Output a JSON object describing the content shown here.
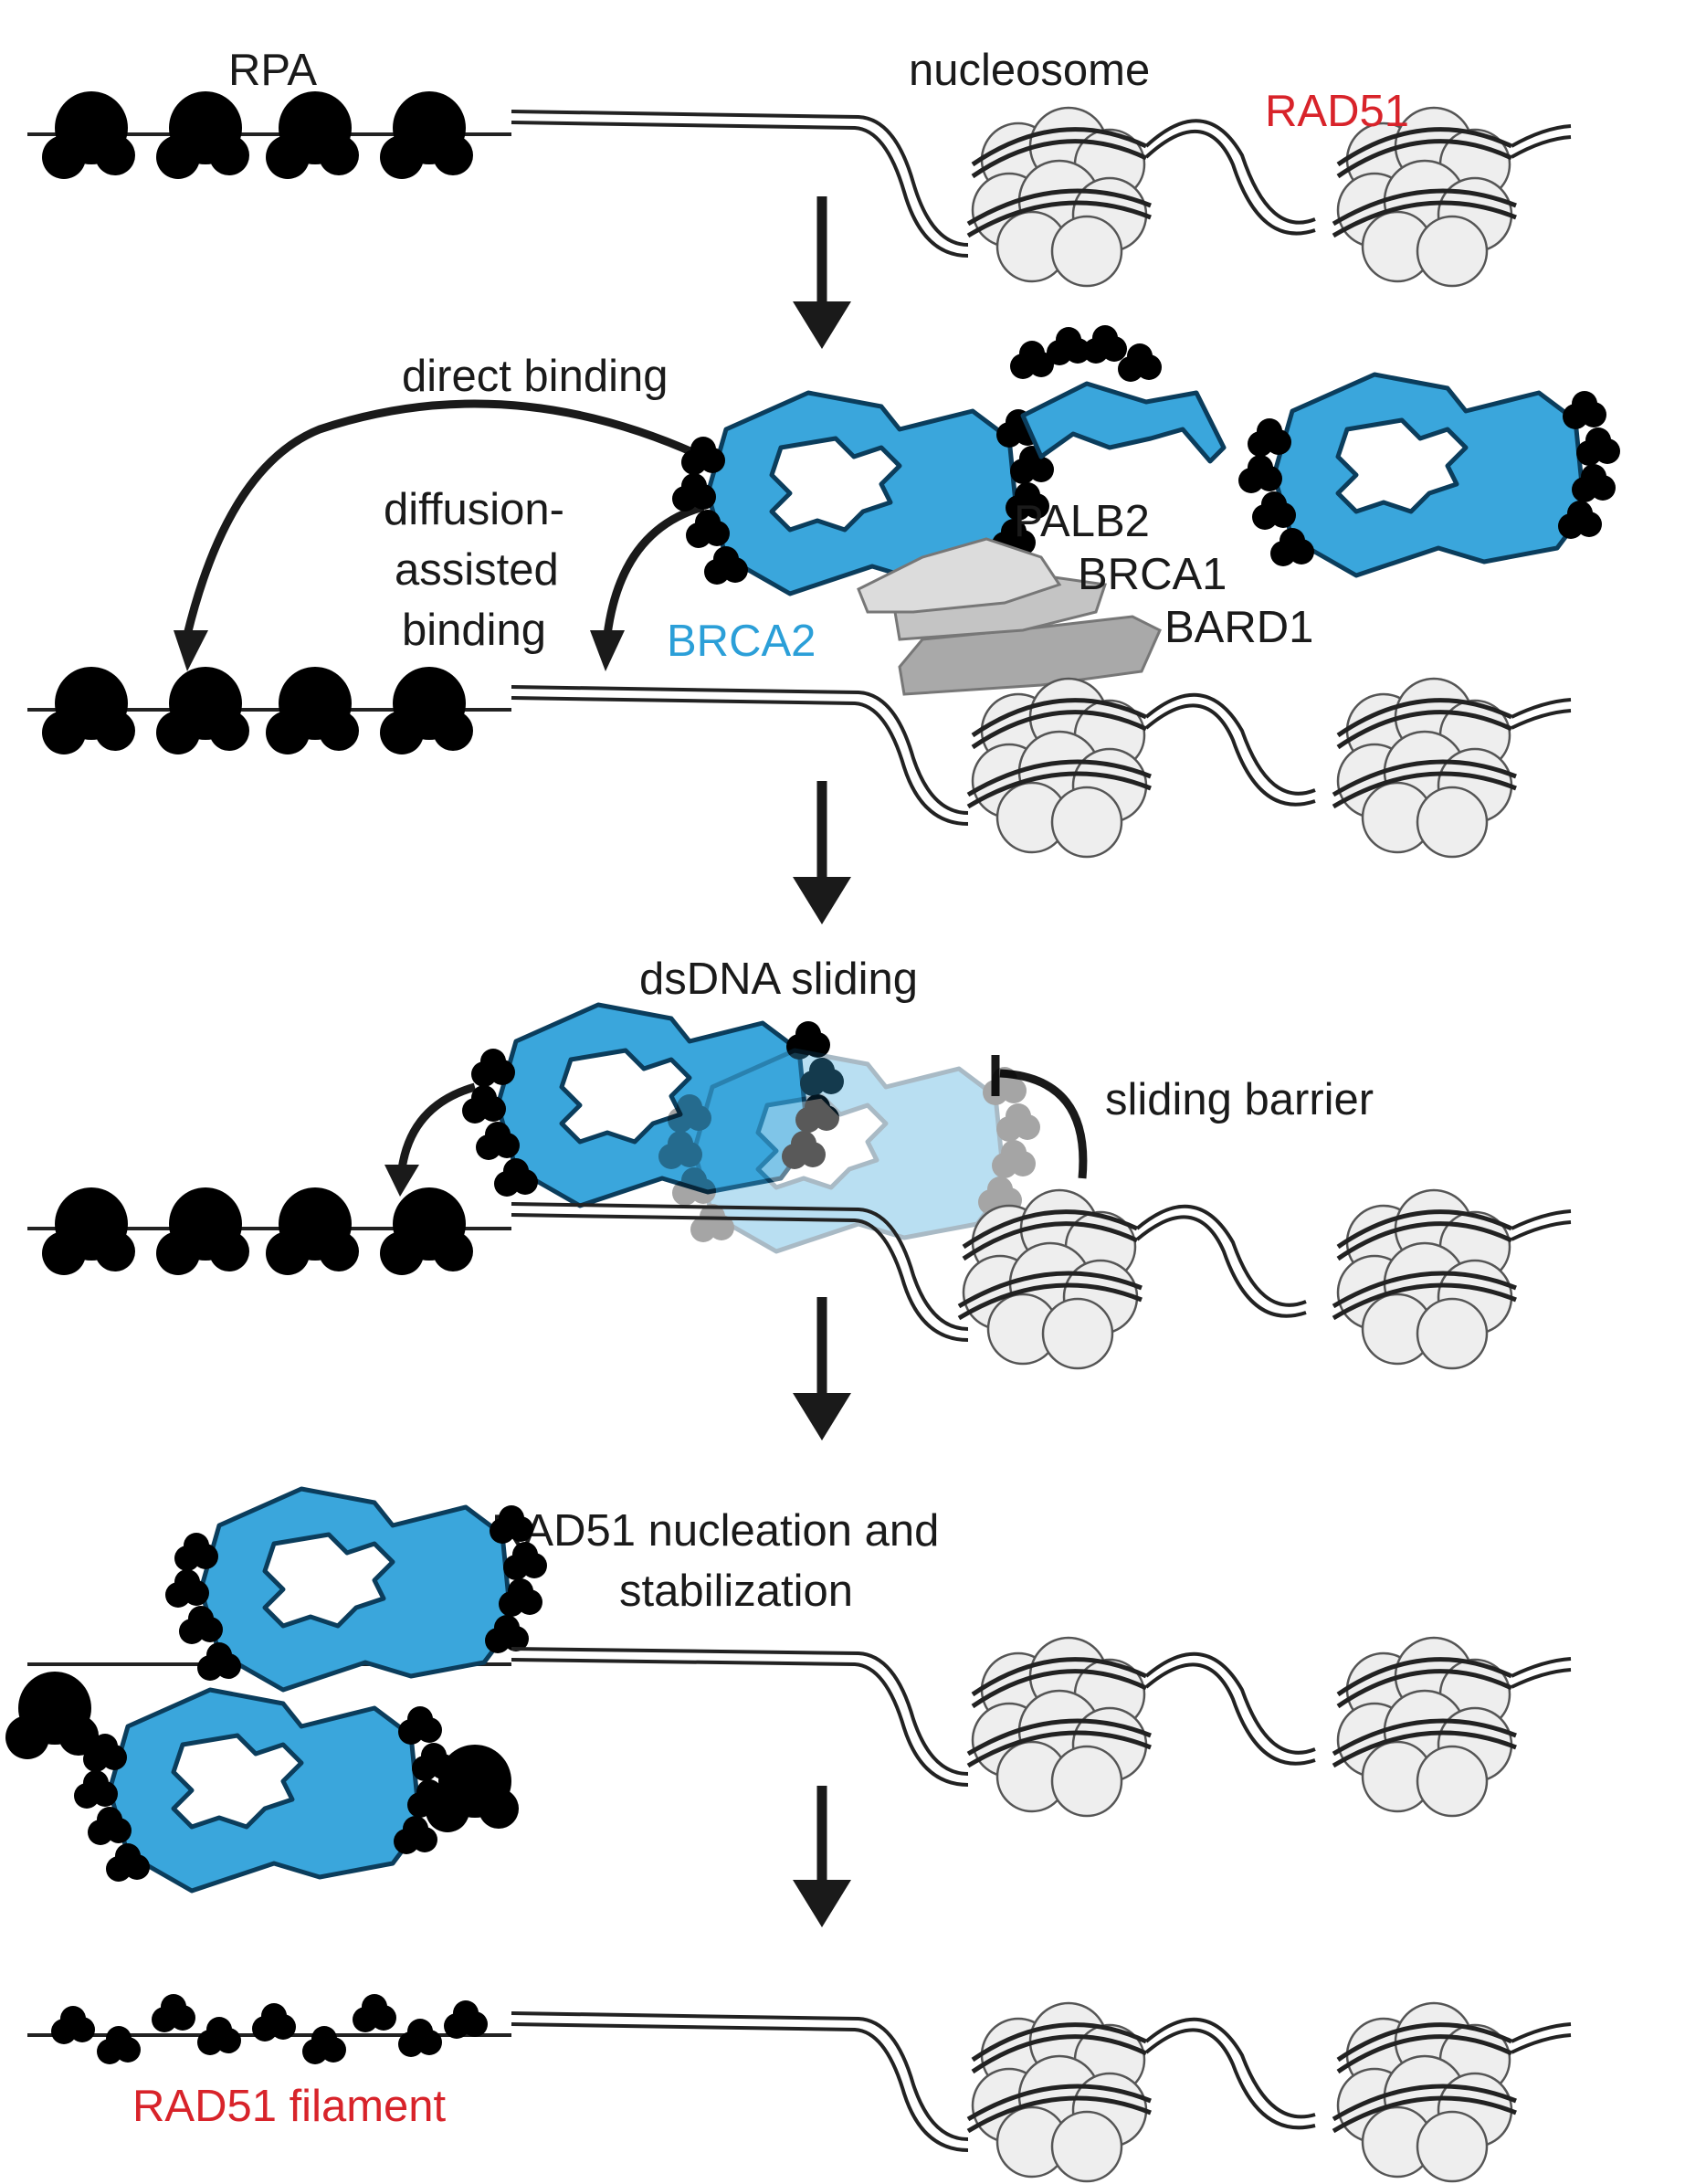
{
  "labels": {
    "rpa": "RPA",
    "nucleosome": "nucleosome",
    "rad51": "RAD51",
    "direct_binding": "direct binding",
    "diffusion_line1": "diffusion-",
    "diffusion_line2": "assisted",
    "diffusion_line3": "binding",
    "palb2": "PALB2",
    "brca1": "BRCA1",
    "bard1": "BARD1",
    "brca2": "BRCA2",
    "dsdna_sliding": "dsDNA sliding",
    "sliding_barrier": "sliding barrier",
    "nucleation_line1": "RAD51 nucleation and",
    "nucleation_line2": "stabilization",
    "rad51_filament": "RAD51 filament"
  },
  "colors": {
    "brca2_blue": "#3aa6dc",
    "brca2_outline": "#0b3d5c",
    "rad51_red": "#ff8f98",
    "label_red": "#d8232a",
    "label_blue": "#2b9fd8",
    "rpa_gray": "#e8e8e8"
  }
}
